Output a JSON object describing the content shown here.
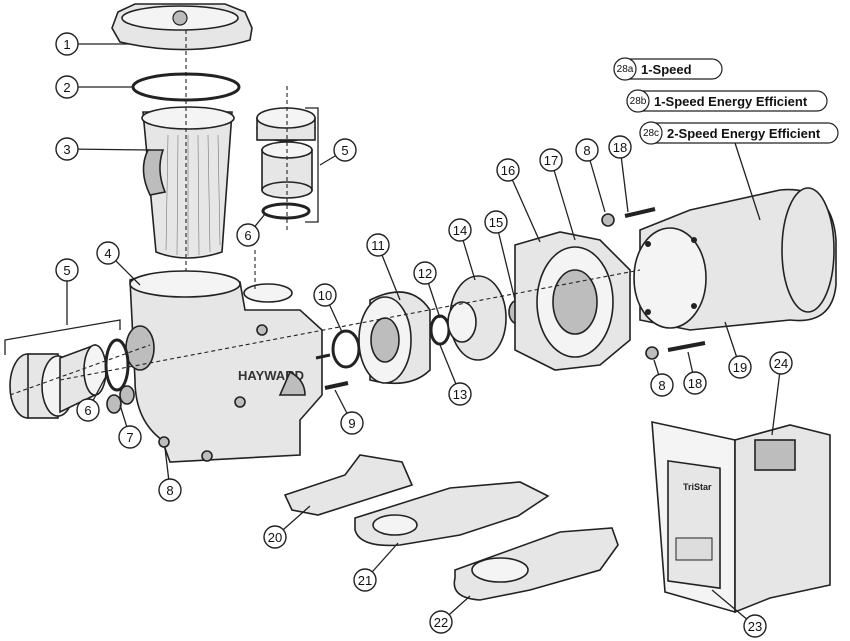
{
  "brand": "HAYWARD",
  "controller_brand": "TriStar",
  "motor_options": [
    {
      "code": "28a",
      "label": "1-Speed"
    },
    {
      "code": "28b",
      "label": "1-Speed Energy Efficient"
    },
    {
      "code": "28c",
      "label": "2-Speed Energy Efficient"
    }
  ],
  "callouts": [
    "1",
    "2",
    "3",
    "4",
    "5",
    "5",
    "6",
    "6",
    "7",
    "8",
    "8",
    "8",
    "9",
    "10",
    "11",
    "12",
    "13",
    "14",
    "15",
    "16",
    "17",
    "18",
    "18",
    "19",
    "20",
    "21",
    "22",
    "23",
    "24"
  ]
}
